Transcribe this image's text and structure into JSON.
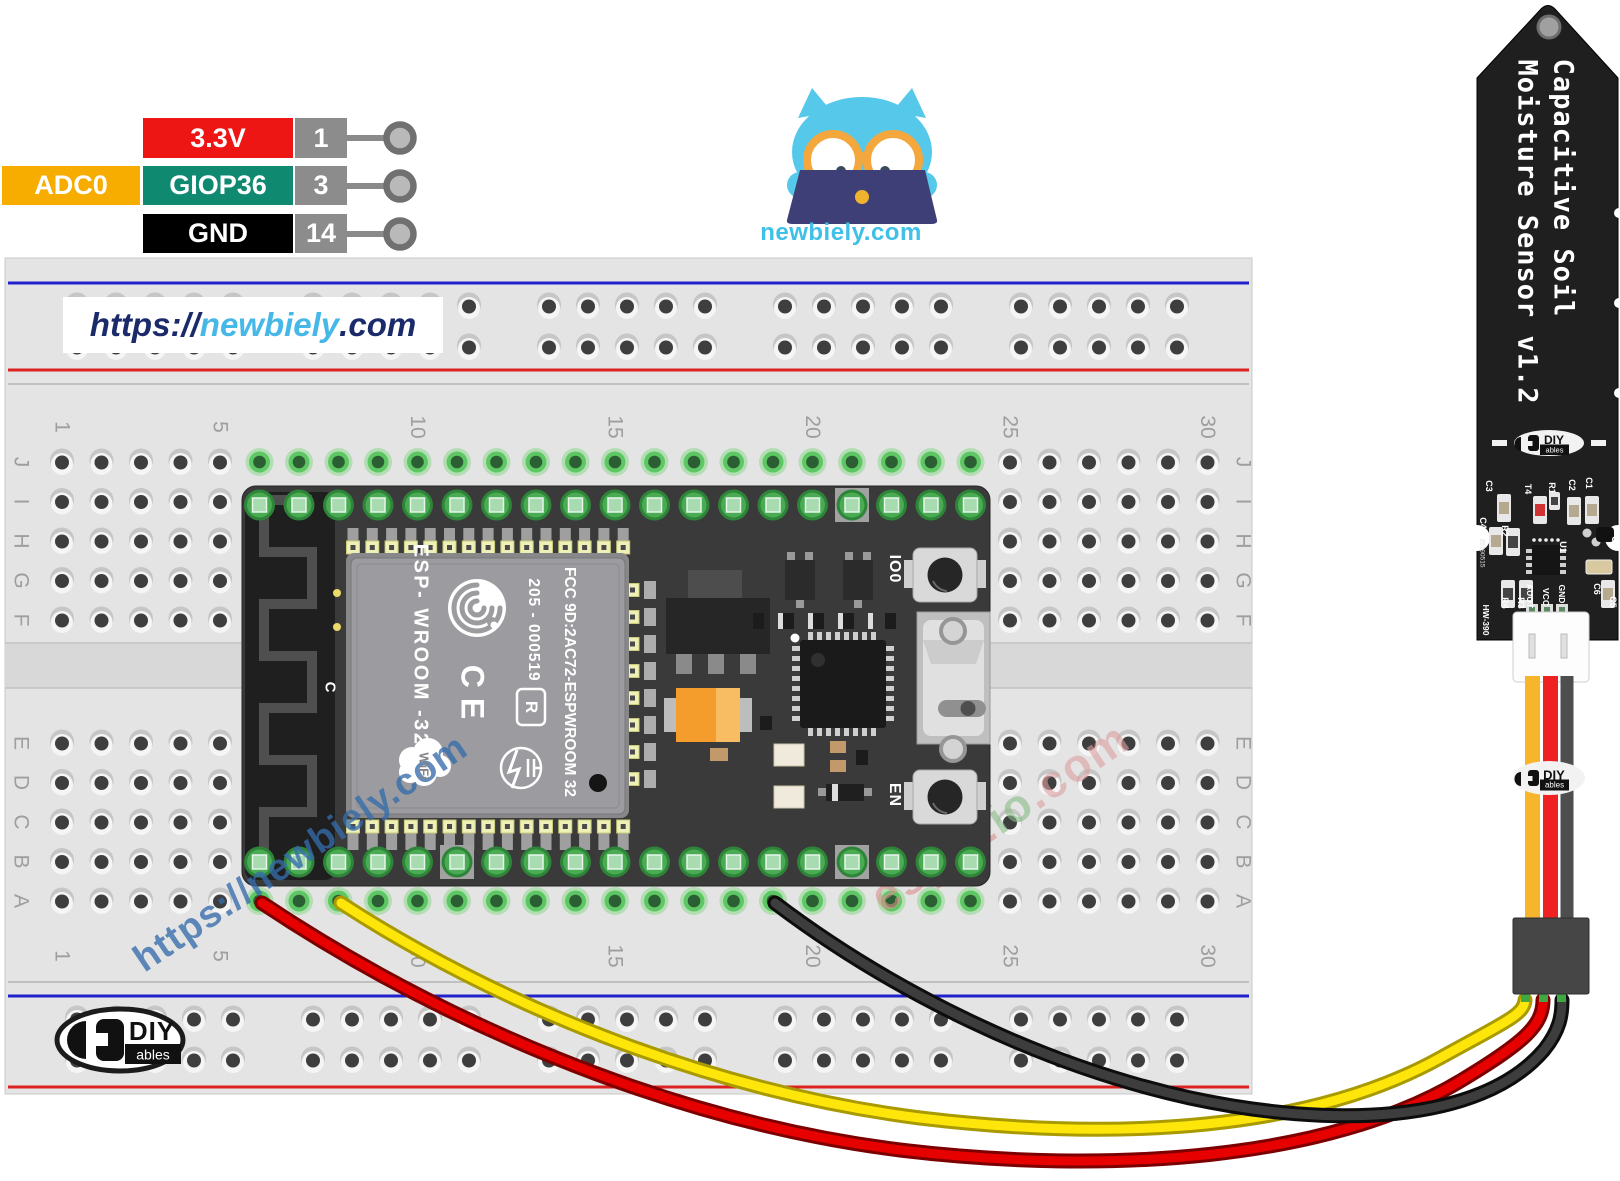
{
  "legend": {
    "rows": [
      {
        "signal": "",
        "pin_name": "3.3V",
        "pin_number": "1",
        "pin_color": "#ee1515"
      },
      {
        "signal": "ADC0",
        "signal_color": "#f7ac00",
        "pin_name": "GIOP36",
        "pin_number": "3",
        "pin_color": "#0f8a70"
      },
      {
        "signal": "",
        "pin_name": "GND",
        "pin_number": "14",
        "pin_color": "#000000"
      }
    ],
    "number_box_color": "#8c8c8c",
    "text_color": "#ffffff"
  },
  "site_logo": {
    "caption": "newbiely.com"
  },
  "watermark_box": {
    "prefix": "https://",
    "brand": "newbiely",
    "suffix": ".com"
  },
  "watermarks": {
    "diagonal_brand": "https://newbiely.com",
    "alt_site_part1": "esp32",
    "alt_site_part2": "io",
    "alt_site_part3": ".com"
  },
  "breadboard": {
    "column_numbers": [
      "1",
      "5",
      "10",
      "15",
      "20",
      "25",
      "30"
    ],
    "row_letters_upper": [
      "J",
      "I",
      "H",
      "G",
      "F"
    ],
    "row_letters_lower": [
      "E",
      "D",
      "C",
      "B",
      "A"
    ],
    "rail_negative_color": "#2222cc",
    "rail_positive_color": "#dd2222",
    "highlight_hole_color": "#5dc763"
  },
  "esp32": {
    "module_text": "ESP- WROOM -32",
    "serial_text": "205 - 000519",
    "fcc_text": "FCC 9D:2AC72-ESPWROOM 32",
    "reg_mark": "R",
    "ce_mark": "CE",
    "wifi_mark": "WiFi",
    "antenna_label": "C",
    "boot_button_label": "IO0",
    "enable_button_label": "EN",
    "pcb_color": "#3a3a3a",
    "shield_color": "#9c9ca0"
  },
  "sensor": {
    "title_line1": "Capacitive Soil",
    "title_line2": "Moisture Sensor v1.2",
    "pin_labels": [
      "AUOT",
      "VCC",
      "GND"
    ],
    "component_labels": [
      "C3",
      "C4",
      "R2",
      "T4",
      "R1",
      "C2",
      "C1",
      "U1",
      "U2",
      "R4",
      "R3",
      "C6",
      "C5"
    ],
    "date_code": "20190515",
    "model": "HW-390",
    "pcb_color": "#1f1f1f"
  },
  "diyables": {
    "word": "DIY",
    "sub": "ables"
  },
  "wires": [
    {
      "id": "wire-3v3",
      "signal": "3.3V",
      "core": "#e60000",
      "edge": "#7d0000"
    },
    {
      "id": "wire-adc0",
      "signal": "ADC0/GIOP36",
      "core": "#ffe60a",
      "edge": "#a89a00"
    },
    {
      "id": "wire-gnd",
      "signal": "GND",
      "core": "#3d3d3d",
      "edge": "#0d0d0d"
    }
  ],
  "sensor_cable": {
    "ribbon_colors": [
      "#f7b52c",
      "#ee2222",
      "#4e4e4e"
    ],
    "connector_color": "#464646",
    "pin_tip_color": "#3fa844"
  }
}
